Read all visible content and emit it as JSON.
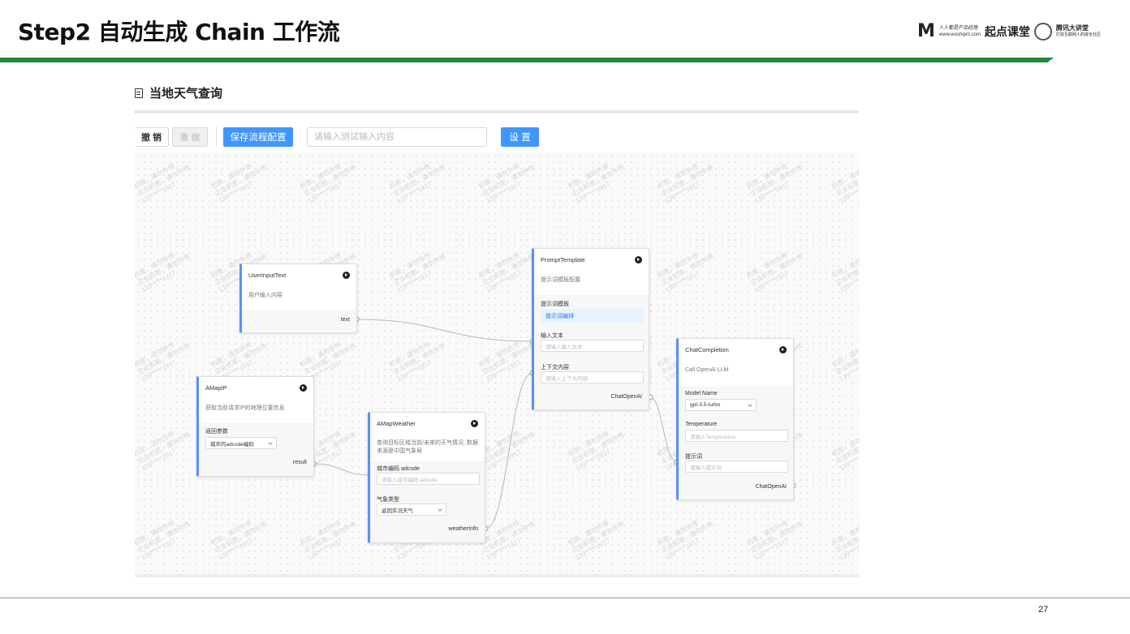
{
  "slide": {
    "title": "Step2 自动生成 Chain 工作流",
    "page_number": "27",
    "logos": {
      "m": "M",
      "woshipm_line1": "人人都是产品经理",
      "woshipm_line2": "www.woshipm.com",
      "qidian": "起点课堂",
      "tencent_line1": "腾讯大讲堂",
      "tencent_line2": "打造互联网人的成长社区"
    }
  },
  "app": {
    "title": "当地天气查询",
    "toolbar": {
      "undo": "撤 销",
      "redo": "重 做",
      "save": "保存流程配置",
      "test_placeholder": "请输入测试输入内容",
      "settings": "设 置"
    },
    "watermark": {
      "line1": "机密，请勿外传",
      "line2": "企业机密，请勿外传",
      "line3": "139*****1917"
    },
    "colors": {
      "accent": "#4096ff",
      "node_border": "#5b8ff9",
      "port": "#52c41a",
      "brand_green": "#1b8a3a"
    },
    "nodes": {
      "user_input": {
        "title": "UserInputText",
        "desc": "用户输入内容",
        "output": "text"
      },
      "amap_ip": {
        "title": "AMapIP",
        "desc": "获取当前请求IP的地理位置信息",
        "param_label": "返回参数",
        "param_value": "城市的adcode编码",
        "output": "result"
      },
      "amap_weather": {
        "title": "AMapWeather",
        "desc": "查询目标区域当前/未来的天气情况, 数据来源是中国气象局",
        "city_label": "城市编码 adcode",
        "city_placeholder": "请输入城市编码 adcode",
        "type_label": "气象类型",
        "type_value": "返回实况天气",
        "output": "weatherInfo"
      },
      "prompt_template": {
        "title": "PromptTemplate",
        "desc": "提示词模板配置",
        "template_label": "提示词模板",
        "template_link": "提示词编排",
        "input_label": "输入文本",
        "input_placeholder": "请输入输入文本",
        "context_label": "上下文内容",
        "context_placeholder": "请输入上下文内容",
        "output": "ChatOpenAI"
      },
      "chat_completion": {
        "title": "ChatCompletion",
        "desc": "Call OpenAI LLM",
        "model_label": "Model Name",
        "model_value": "gpt-3.5-turbo",
        "temp_label": "Temperature",
        "temp_placeholder": "请输入Temperature",
        "prompt_label": "提示词",
        "prompt_placeholder": "请输入提示词",
        "output": "ChatOpenAI"
      }
    }
  }
}
